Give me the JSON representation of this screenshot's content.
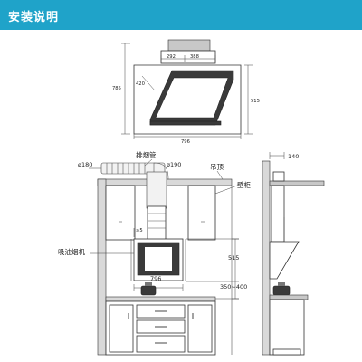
{
  "header": {
    "title": "安装说明",
    "background": "#1fa3c9"
  },
  "top_view": {
    "dims": {
      "d292": "292",
      "d388": "388",
      "d420": "420",
      "d785": "785",
      "d515": "515",
      "d796": "796"
    }
  },
  "install_view": {
    "labels": {
      "exhaust_pipe": "排烟管",
      "ceiling": "吊顶",
      "wall_cabinet": "壁柜",
      "range_hood": "吸油烟机"
    },
    "dims": {
      "d180": "ø180",
      "d190": "ø190",
      "d5": "≥5",
      "d796": "796",
      "d515": "515",
      "d350_400": "350~400"
    }
  },
  "side_view": {
    "dims": {
      "d140": "140"
    }
  }
}
